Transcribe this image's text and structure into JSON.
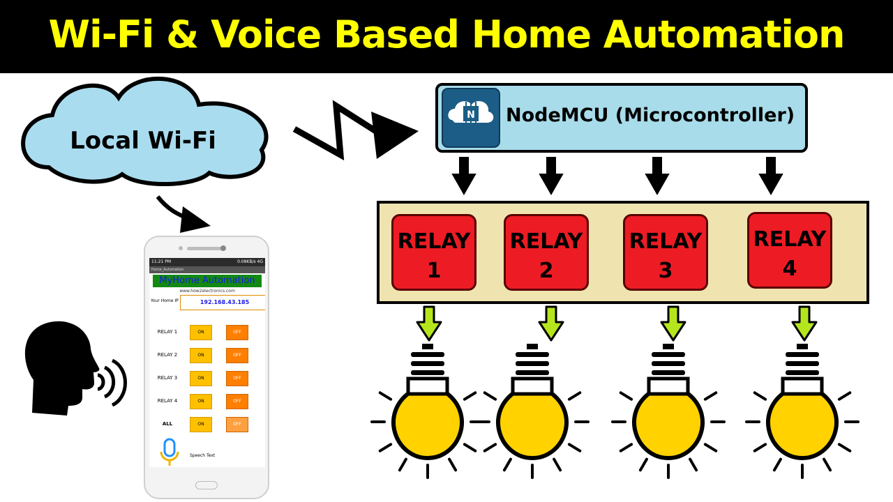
{
  "title": "Wi-Fi & Voice Based Home Automation",
  "cloud": {
    "label": "Local Wi-Fi"
  },
  "microcontroller": {
    "label": "NodeMCU (Microcontroller)",
    "logo_letter": "N"
  },
  "relays": [
    {
      "label": "RELAY",
      "number": "1"
    },
    {
      "label": "RELAY",
      "number": "2"
    },
    {
      "label": "RELAY",
      "number": "3"
    },
    {
      "label": "RELAY",
      "number": "4"
    }
  ],
  "phone": {
    "status_time": "11:21 PM",
    "status_right": "0.08KB/s 4G",
    "app_bar": "Home_Automation",
    "app_title": "MyHome Automation",
    "website": "www.how2electronics.com",
    "ip_label": "Your Home IP",
    "ip_value": "192.168.43.185",
    "controls": [
      {
        "label": "RELAY 1",
        "on": "ON",
        "off": "OFF"
      },
      {
        "label": "RELAY 2",
        "on": "ON",
        "off": "OFF"
      },
      {
        "label": "RELAY 3",
        "on": "ON",
        "off": "OFF"
      },
      {
        "label": "RELAY 4",
        "on": "ON",
        "off": "OFF"
      },
      {
        "label": "ALL",
        "on": "ON",
        "off": "OFF"
      }
    ],
    "speech_label": "Speech Text"
  },
  "icons": [
    "nodemcu-chip-icon",
    "speaking-head-icon",
    "sound-waves-icon",
    "microphone-icon",
    "light-bulb-icon"
  ],
  "colors": {
    "banner_bg": "#000000",
    "title": "#ffff00",
    "cloud": "#a9dcef",
    "mcu_box": "#a8dcea",
    "relay_panel": "#efe4b0",
    "relay": "#ed1c24",
    "bulb": "#ffd200",
    "down_arrow": "#b5e61d",
    "on_button": "#ffc000",
    "off_button": "#ff7f00"
  }
}
